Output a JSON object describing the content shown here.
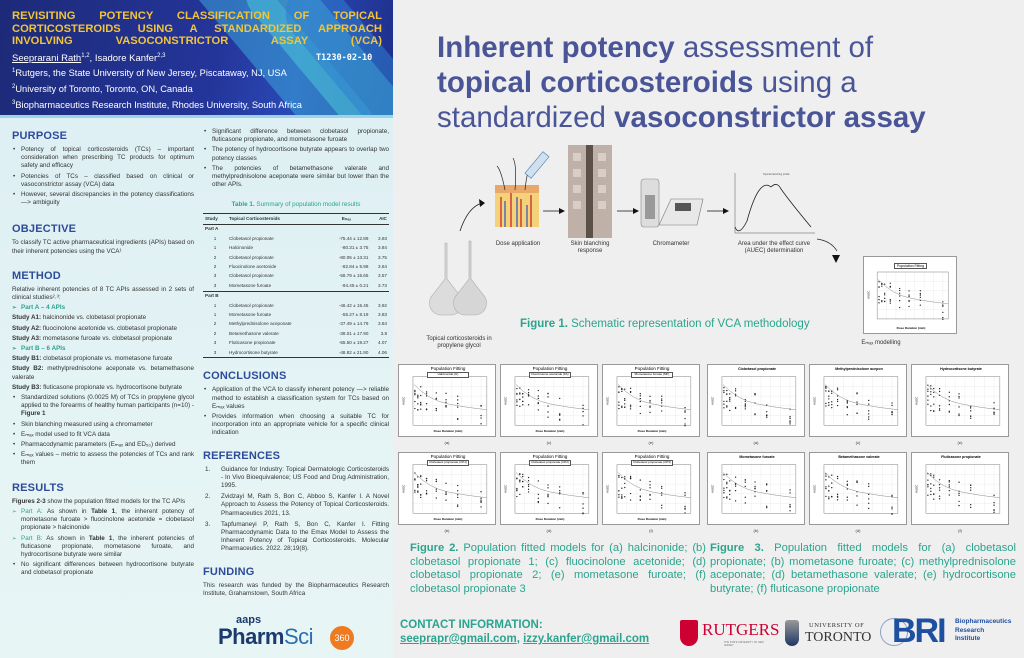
{
  "header": {
    "title": "REVISITING POTENCY CLASSIFICATION OF TOPICAL CORTICOSTEROIDS USING A STANDARDIZED APPROACH INVOLVING VASOCONSTRICTOR ASSAY (VCA)",
    "author1": "Seeprarani Rath",
    "author1_sup": "1,2",
    "sep": ", ",
    "author2": "Isadore Kanfer",
    "author2_sup": "2,3",
    "code": "T1230-02-10",
    "affiliations": [
      {
        "sup": "1",
        "text": "Rutgers, the State University of New Jersey, Piscataway, NJ, USA"
      },
      {
        "sup": "2",
        "text": "University of Toronto, Toronto, ON, Canada"
      },
      {
        "sup": "3",
        "text": "Biopharmaceutics Research Institute, Rhodes University, South Africa"
      }
    ]
  },
  "purpose": {
    "heading": "PURPOSE",
    "bullets": [
      "Potency of topical corticosteroids (TCs) – important consideration when prescribing TC products for optimum safety and efficacy",
      "Potencies of TCs – classified based on clinical or vasoconstrictor assay (VCA) data",
      "However, several discrepancies in the potency classifications —> ambiguity"
    ]
  },
  "objective": {
    "heading": "OBJECTIVE",
    "text": "To classify TC active pharmaceutical ingredients (APIs) based on their inherent potencies using the VCA¹"
  },
  "method": {
    "heading": "METHOD",
    "intro": "Relative inherent potencies of 8 TC APIs assessed in 2 sets of clinical studies²˒³:",
    "partA": "Part A – 4 APIs",
    "studiesA": [
      {
        "k": "Study A1:",
        "v": " halcinonide vs. clobetasol propionate"
      },
      {
        "k": "Study A2:",
        "v": " fluocinolone acetonide vs. clobetasol propionate"
      },
      {
        "k": "Study A3:",
        "v": " mometasone furoate vs. clobetasol propionate"
      }
    ],
    "partB": "Part B – 6 APIs",
    "studiesB": [
      {
        "k": "Study B1:",
        "v": " clobetasol propionate vs. mometasone furoate"
      },
      {
        "k": "Study B2:",
        "v": " methylprednisolone aceponate vs. betamethasone valerate"
      },
      {
        "k": "Study B3:",
        "v": " fluticasone propionate vs. hydrocortisone butyrate"
      }
    ],
    "bullets": [
      "Standardized solutions (0.0025 M) of TCs in propylene glycol applied to the forearms of healthy human participants (n=10) - ",
      "Skin blanching measured using a chromameter",
      "Eₘₐₓ model used to fit VCA data",
      "Pharmacodynamic parameters (Eₘₐₓ and ED₅₀) derived",
      "Eₘₐₓ values – metric to assess the potencies of TCs and rank them"
    ],
    "fig_ref": "Figure 1"
  },
  "results": {
    "heading": "RESULTS",
    "intro_b": "Figures 2-3",
    "intro": " show the population fitted models for the TC APIs",
    "partA_label": "Part A:",
    "partA_pre": " As shown in ",
    "table_ref": "Table 1",
    "partA_post": ", the inherent potency of mometasone furoate > fluocinolone acetonide = clobetasol propionate > halcinonide",
    "partB_label": "Part B:",
    "partB_post": ", the inherent potencies of fluticasone propionate, mometasone furoate, and hydrocortisone butyrate were similar",
    "bullets": [
      "No significant differences between hydrocortisone butyrate and clobetasol propionate",
      "Significant difference between clobetasol propionate, fluticasone propionate, and mometasone furoate",
      "The potency of hydrocortisone butyrate appears to overlap two potency classes",
      "The potencies of betamethasone valerate and methylprednisolone aceponate were similar but lower than the other APIs."
    ]
  },
  "table": {
    "label": "Table 1.",
    "title": " Summary of population model results",
    "columns": [
      "Study",
      "Topical Corticosteroids",
      "Eₘₐₓ",
      "AIC"
    ],
    "parts": [
      {
        "name": "Part A",
        "rows": [
          [
            "1",
            "Clobetasol propionate",
            "-75.44 ± 12.89",
            "3.93"
          ],
          [
            "1",
            "Halcinonide",
            "-80.31 ± 3.75",
            "3.84"
          ],
          [
            "2",
            "Clobetasol propionate",
            "-80.05 ± 13.31",
            "3.75"
          ],
          [
            "2",
            "Fluocinolone acetonide",
            "-82.84 ± 5.98",
            "3.64"
          ],
          [
            "3",
            "Clobetasol propionate",
            "-58.79 ± 15.65",
            "3.57"
          ],
          [
            "3",
            "Mometasone furoate",
            "-94.45 ± 0.21",
            "3.73"
          ]
        ]
      },
      {
        "name": "Part B",
        "rows": [
          [
            "1",
            "Clobetasol propionate",
            "-46.42 ± 15.45",
            "3.92"
          ],
          [
            "1",
            "Mometasone furoate",
            "-55.27 ± 8.19",
            "3.83"
          ],
          [
            "2",
            "Methylprednisolone aceponate",
            "-37.49 ± 14.79",
            "3.84"
          ],
          [
            "2",
            "Betamethasone valerate",
            "-38.01 ± 17.90",
            "3.8"
          ],
          [
            "3",
            "Fluticasone propionate",
            "-55.50 ± 19.27",
            "4.07"
          ],
          [
            "3",
            "Hydrocortisone butyrate",
            "-48.82 ± 21.90",
            "4.06"
          ]
        ]
      }
    ]
  },
  "conclusions": {
    "heading": "CONCLUSIONS",
    "bullets": [
      "Application of the VCA to classify inherent potency —> reliable method to establish a classification system for TCs based on Eₘₐₓ values",
      "Provides information when choosing a suitable TC for incorporation into an appropriate vehicle for a specific clinical indication"
    ]
  },
  "references": {
    "heading": "REFERENCES",
    "items": [
      "Guidance for Industry: Topical Dermatologic Corticosteroids - In Vivo Bioequivalence; US Food and Drug Administration, 1995.",
      "Zvidzayi M, Rath S, Bon C, Abboo S, Kanfer I. A Novel Approach to Assess the Potency of Topical Corticosteroids. Pharmaceutics 2021, 13.",
      "Tapfumaneyi P, Rath S, Bon C, Kanfer I. Fitting Pharmacodynamic Data to the Emax Model to Assess the Inherent Potency of Topical Corticosteroids. Molecular Pharmaceutics. 2022. 28;19(8)."
    ]
  },
  "funding": {
    "heading": "FUNDING",
    "text": "This research was funded by the Biopharmaceutics Research Institute, Grahamstown, South Africa"
  },
  "logo": {
    "aapps": "aaps",
    "pharm": "Pharm",
    "sci": "Sci",
    "n360": "360"
  },
  "main": {
    "title_b1": "Inherent potency",
    "title_1": " assessment of ",
    "title_b2": "topical corticosteroids",
    "title_2": " using a standardized ",
    "title_b3": "vasoconstrictor assay"
  },
  "figure1": {
    "steps": {
      "flask": "Topical corticosteroids in propylene glycol",
      "dose": "Dose application",
      "skin": "Skin blanching response",
      "chrom": "Chromameter",
      "auec": "Area under the effect curve (AUEC) determination",
      "emax": "Eₘₐₓ modelling"
    },
    "curve_title": "Topical blanching profile",
    "fit_label": "Population Fitting",
    "xlabel": "Dose Duration (min)",
    "ylabel": "AUEC",
    "cap_label": "Figure 1.",
    "cap_text": " Schematic representation of VCA methodology"
  },
  "figure2": {
    "panel_title": "Population Fitting",
    "xlabel": "Dose Duration (min)",
    "ylabel": "AUEC",
    "panels": [
      {
        "name": "Halcinonide (H)",
        "sub": "(a)"
      },
      {
        "name": "Fluocinolone acetonide (FA)",
        "sub": "(c)"
      },
      {
        "name": "Mometasone furoate (MF)",
        "sub": "(e)"
      },
      {
        "name": "Clobetasol propionate (CP1)",
        "sub": "(b)"
      },
      {
        "name": "Clobetasol propionate (CP2)",
        "sub": "(d)"
      },
      {
        "name": "Clobetasol propionate (CP3)",
        "sub": "(f)"
      }
    ],
    "cap_label": "Figure 2.",
    "cap_text": " Population fitted models for (a) halcinonide; (b) clobetasol propionate 1; (c) fluocinolone acetonide; (d) clobetasol propionate 2; (e) mometasone furoate; (f) clobetasol propionate 3"
  },
  "figure3": {
    "ylabel": "AUEC",
    "panels": [
      {
        "name": "Clobetasol propionate",
        "sub": "(a)"
      },
      {
        "name": "Methylprednisolone acepon",
        "sub": "(c)"
      },
      {
        "name": "Hydrocortisone butyrate",
        "sub": "(e)"
      },
      {
        "name": "Mometasone furoate",
        "sub": "(b)"
      },
      {
        "name": "Betamethasone valerate",
        "sub": "(d)"
      },
      {
        "name": "Fluticasone propionate",
        "sub": "(f)"
      }
    ],
    "cap_label": "Figure 3.",
    "cap_text": " Population fitted models for (a) clobetasol propionate; (b) mometasone furoate; (c) methylprednisolone aceponate; (d) betamethasone valerate; (e) hydrocortisone butyrate; (f) fluticasone propionate"
  },
  "contact": {
    "label": "CONTACT INFORMATION:",
    "email1": "seeprapr@gmail.com",
    "sep": ", ",
    "email2": "izzy.kanfer@gmail.com"
  },
  "logos": {
    "rutgers": "RUTGERS",
    "rutgers_sub": "THE STATE UNIVERSITY OF NEW JERSEY",
    "uoft1": "UNIVERSITY OF",
    "uoft2": "TORONTO",
    "bri": "BRI",
    "bri_text": [
      "Biopharmaceutics",
      "Research",
      "Institute"
    ]
  },
  "colors": {
    "header_bg": "#24359a",
    "header_title": "#f2c43a",
    "heading": "#2d4b9b",
    "accent": "#2ba48e",
    "main_title": "#4a5597",
    "rutgers_red": "#cc0033",
    "bri_blue": "#1f4fa0"
  }
}
